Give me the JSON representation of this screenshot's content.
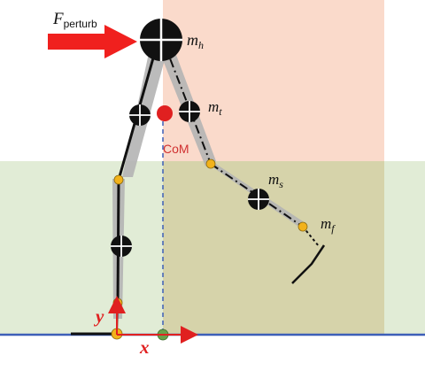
{
  "labels": {
    "force_main": "F",
    "force_sub": "perturb",
    "hip_mass_main": "m",
    "hip_mass_sub": "h",
    "thigh_mass_main": "m",
    "thigh_mass_sub": "t",
    "shank_mass_main": "m",
    "shank_mass_sub": "s",
    "foot_mass_main": "m",
    "foot_mass_sub": "f",
    "com": "CoM",
    "x_axis": "x",
    "y_axis": "y"
  },
  "colors": {
    "region_stance": "#fadacb",
    "region_ground": "#e1ecd6",
    "region_overlap": "#d6d3aa",
    "force_arrow": "#f0201e",
    "com_marker": "#e02020",
    "com_label": "#d03030",
    "joint": "#f2b21a",
    "link_shadow": "#b4b4b4",
    "axis_red": "#e02020",
    "ground_line": "#3d5fb8",
    "com_projection": "#6aa04a"
  },
  "icons": {
    "mass": "crossed-circle-icon",
    "joint": "filled-circle-icon"
  }
}
